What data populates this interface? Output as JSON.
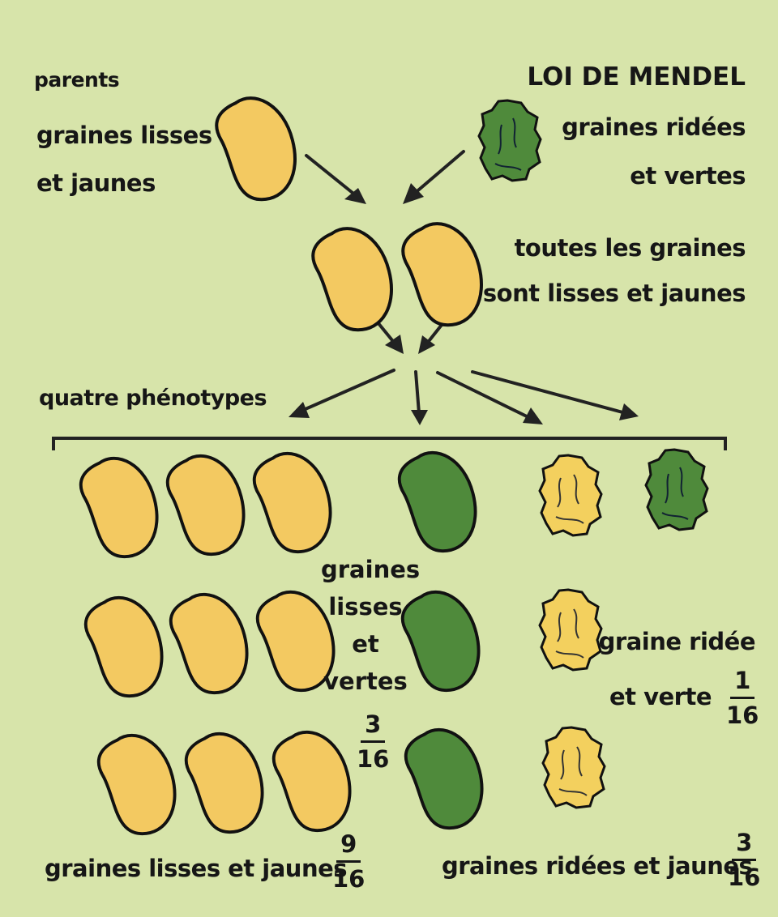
{
  "title": "LOI DE MENDEL",
  "labels": {
    "parents": "parents",
    "parent_left": [
      "graines lisses",
      "et jaunes"
    ],
    "parent_right": [
      "graines ridées",
      "et vertes"
    ],
    "f1": [
      "toutes les graines",
      "sont lisses et jaunes"
    ],
    "four_phenotypes": "quatre phénotypes",
    "smooth_green": [
      "graines",
      "lisses",
      "et",
      "vertes"
    ],
    "wrinkled_green": [
      "graine ridée",
      "et verte"
    ],
    "smooth_yellow": "graines lisses et jaunes",
    "wrinkled_yellow": "graines ridées et jaunes"
  },
  "ratios": {
    "smooth_yellow": {
      "num": "9",
      "den": "16"
    },
    "smooth_green": {
      "num": "3",
      "den": "16"
    },
    "wrinkled_yellow": {
      "num": "3",
      "den": "16"
    },
    "wrinkled_green": {
      "num": "1",
      "den": "16"
    }
  },
  "seed_counts": {
    "smooth_yellow": 9,
    "smooth_green": 3,
    "wrinkled_yellow": 3,
    "wrinkled_green": 1
  },
  "colors": {
    "background": "#d7e4aa",
    "yellow_seed": "#f3c961",
    "green_seed": "#4f8a3b",
    "outline": "#111111"
  }
}
